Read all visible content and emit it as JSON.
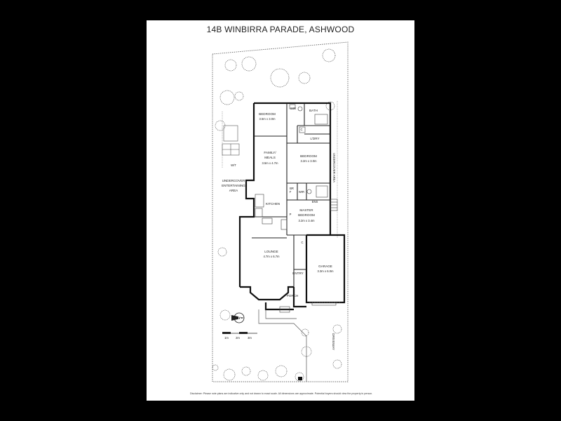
{
  "title": "14B WINBIRRA PARADE, ASHWOOD",
  "rooms": {
    "bedroom1": {
      "name": "BEDROOM",
      "dims": "3.5m x 3.0m"
    },
    "bath": {
      "name": "BATH"
    },
    "wir1": {
      "name": "WIR"
    },
    "ldry": {
      "name": "L'DRY"
    },
    "family": {
      "name_line1": "FAMILY/",
      "name_line2": "MEALS",
      "dims": "3.5m x 4.7m"
    },
    "bedroom2": {
      "name": "BEDROOM",
      "dims": "3.2m x 3.0m"
    },
    "undercover_area": {
      "name": "UNDERCOVER AREA"
    },
    "entertaining": {
      "line1": "UNDERCOVER",
      "line2": "ENTERTAINING",
      "line3": "AREA"
    },
    "wt": {
      "name": "W/T"
    },
    "br": {
      "name": "BR"
    },
    "wir2": {
      "name": "WIR"
    },
    "ens": {
      "name": "ENS"
    },
    "kitchen": {
      "name": "KITCHEN"
    },
    "fridge": {
      "name": "F"
    },
    "pantry": {
      "name": "P"
    },
    "master": {
      "name_line1": "MASTER",
      "name_line2": "BEDROOM",
      "dims": "3.2m x 3.4m"
    },
    "lounge": {
      "name": "LOUNGE",
      "dims": "4.7m x 6.7m"
    },
    "cupboard": {
      "name": "C"
    },
    "cupboard2": {
      "name": "C"
    },
    "garage": {
      "name": "GARAGE",
      "dims": "3.3m x 6.0m"
    },
    "entry": {
      "name": "ENTRY"
    },
    "porch": {
      "name": "PORCH"
    },
    "driveway": {
      "name": "DRIVEWAY"
    }
  },
  "compass": {
    "letter": "N"
  },
  "scale": {
    "labels": [
      "1m",
      "2m",
      "3m"
    ]
  },
  "disclaimer": "Disclaimer: Please note plans are indicative only and not drawn to exact scale. All dimensions are approximate. Potential buyers should view the property in person."
}
